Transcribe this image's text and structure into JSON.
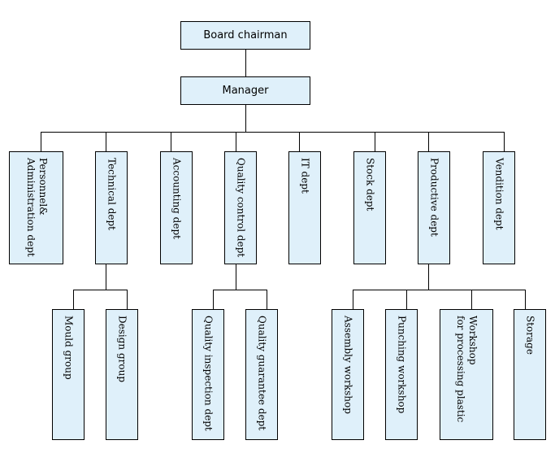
{
  "colors": {
    "box_fill": "#dff0fa",
    "box_border": "#000000",
    "line": "#000000"
  },
  "top": {
    "chairman": "Board chairman",
    "manager": "Manager"
  },
  "departments": {
    "personnel": "Personnel&\nAdministration dept",
    "technical": "Technical dept",
    "accounting": "Accounting dept",
    "quality_control": "Quality control dept",
    "it": "IT dept",
    "stock": "Stock dept",
    "productive": "Productive dept",
    "vendition": "Vendition dept"
  },
  "technical_groups": {
    "mould": "Mould group",
    "design": "Design group"
  },
  "quality_groups": {
    "inspection": "Quality inspection dept",
    "guarantee": "Quality guarantee dept"
  },
  "productive_units": {
    "assembly": "Assembly workshop",
    "punching": "Punching workshop",
    "plastic": "Workshop\nfor processing plastic",
    "storage": "Storage"
  }
}
